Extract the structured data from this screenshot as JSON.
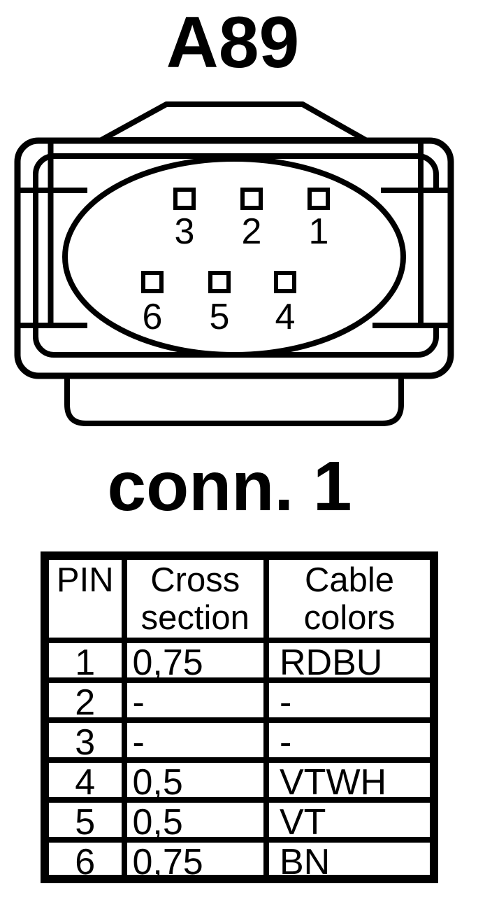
{
  "title": "A89",
  "connector": {
    "label": "conn. 1",
    "pins_top": [
      "3",
      "2",
      "1"
    ],
    "pins_bottom": [
      "6",
      "5",
      "4"
    ]
  },
  "table": {
    "headers": [
      "PIN",
      "Cross section",
      "Cable colors"
    ],
    "rows": [
      {
        "pin": "1",
        "cross_section": "0,75",
        "cable_color": "RDBU"
      },
      {
        "pin": "2",
        "cross_section": "-",
        "cable_color": "-"
      },
      {
        "pin": "3",
        "cross_section": "-",
        "cable_color": "-"
      },
      {
        "pin": "4",
        "cross_section": "0,5",
        "cable_color": "VTWH"
      },
      {
        "pin": "5",
        "cross_section": "0,5",
        "cable_color": "VT"
      },
      {
        "pin": "6",
        "cross_section": "0,75",
        "cable_color": "BN"
      }
    ]
  },
  "colors": {
    "ink": "#000000",
    "paper": "#ffffff"
  }
}
